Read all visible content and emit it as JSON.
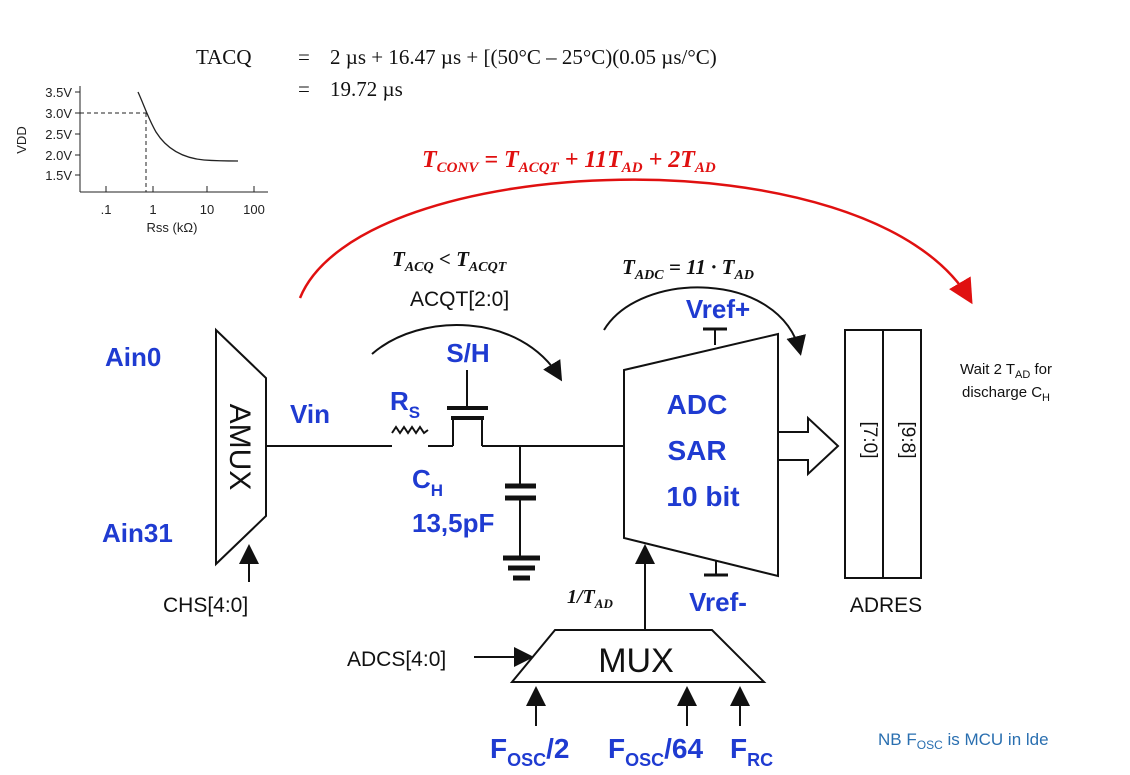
{
  "equation": {
    "label": "TACQ",
    "eq1": "=",
    "line1": "2 µs + 16.47 µs + [(50°C – 25°C)(0.05 µs/°C)",
    "eq2": "=",
    "line2": "19.72 µs"
  },
  "graph": {
    "y_title": "VDD",
    "y_ticks": [
      "3.5V",
      "3.0V",
      "2.5V",
      "2.0V",
      "1.5V"
    ],
    "x_ticks": [
      ".1",
      "1",
      "10",
      "100"
    ],
    "x_title": "Rss (kΩ)"
  },
  "formulas": {
    "tconv_main": "T",
    "tconv_sub": "CONV",
    "tconv_eq": " = T",
    "tconv_sub2": "ACQT",
    "tconv_mid": " + 11T",
    "tconv_sub3": "AD",
    "tconv_end": " + 2T",
    "tconv_sub4": "AD",
    "tacq_t1": "T",
    "tacq_s1": "ACQ",
    "tacq_lt": " < T",
    "tacq_s2": "ACQT",
    "tadc_t": "T",
    "tadc_s": "ADC",
    "tadc_eq": " = 11 · T",
    "tadc_s2": "AD",
    "inv_tad_1": "1/T",
    "inv_tad_s": "AD"
  },
  "labels": {
    "acqt": "ACQT[2:0]",
    "ain0": "Ain0",
    "ain31": "Ain31",
    "amux": "AMUX",
    "chs": "CHS[4:0]",
    "vin": "Vin",
    "rs_main": "R",
    "rs_sub": "S",
    "sh": "S/H",
    "ch_main": "C",
    "ch_sub": "H",
    "cap_value": "13,5pF",
    "vref_plus": "Vref+",
    "vref_minus": "Vref-",
    "adc_line1": "ADC",
    "adc_line2": "SAR",
    "adc_line3": "10 bit",
    "reg_low": "[7:0]",
    "reg_high": "[9:8]",
    "adres": "ADRES",
    "wait_1": "Wait 2 T",
    "wait_1_sub": "AD",
    "wait_1_end": " for",
    "wait_2": "discharge C",
    "wait_2_sub": "H",
    "mux": "MUX",
    "adcs": "ADCS[4:0]",
    "fosc2_main": "F",
    "fosc2_sub": "OSC",
    "fosc2_end": "/2",
    "fosc64_main": "F",
    "fosc64_sub": "OSC",
    "fosc64_end": "/64",
    "frc_main": "F",
    "frc_sub": "RC",
    "nb_main": "NB F",
    "nb_sub": "OSC",
    "nb_end": " is MCU in lde"
  },
  "colors": {
    "label_blue": "#1f3bd1",
    "arc_red": "#e01010",
    "note_blue": "#2a6fb0"
  }
}
